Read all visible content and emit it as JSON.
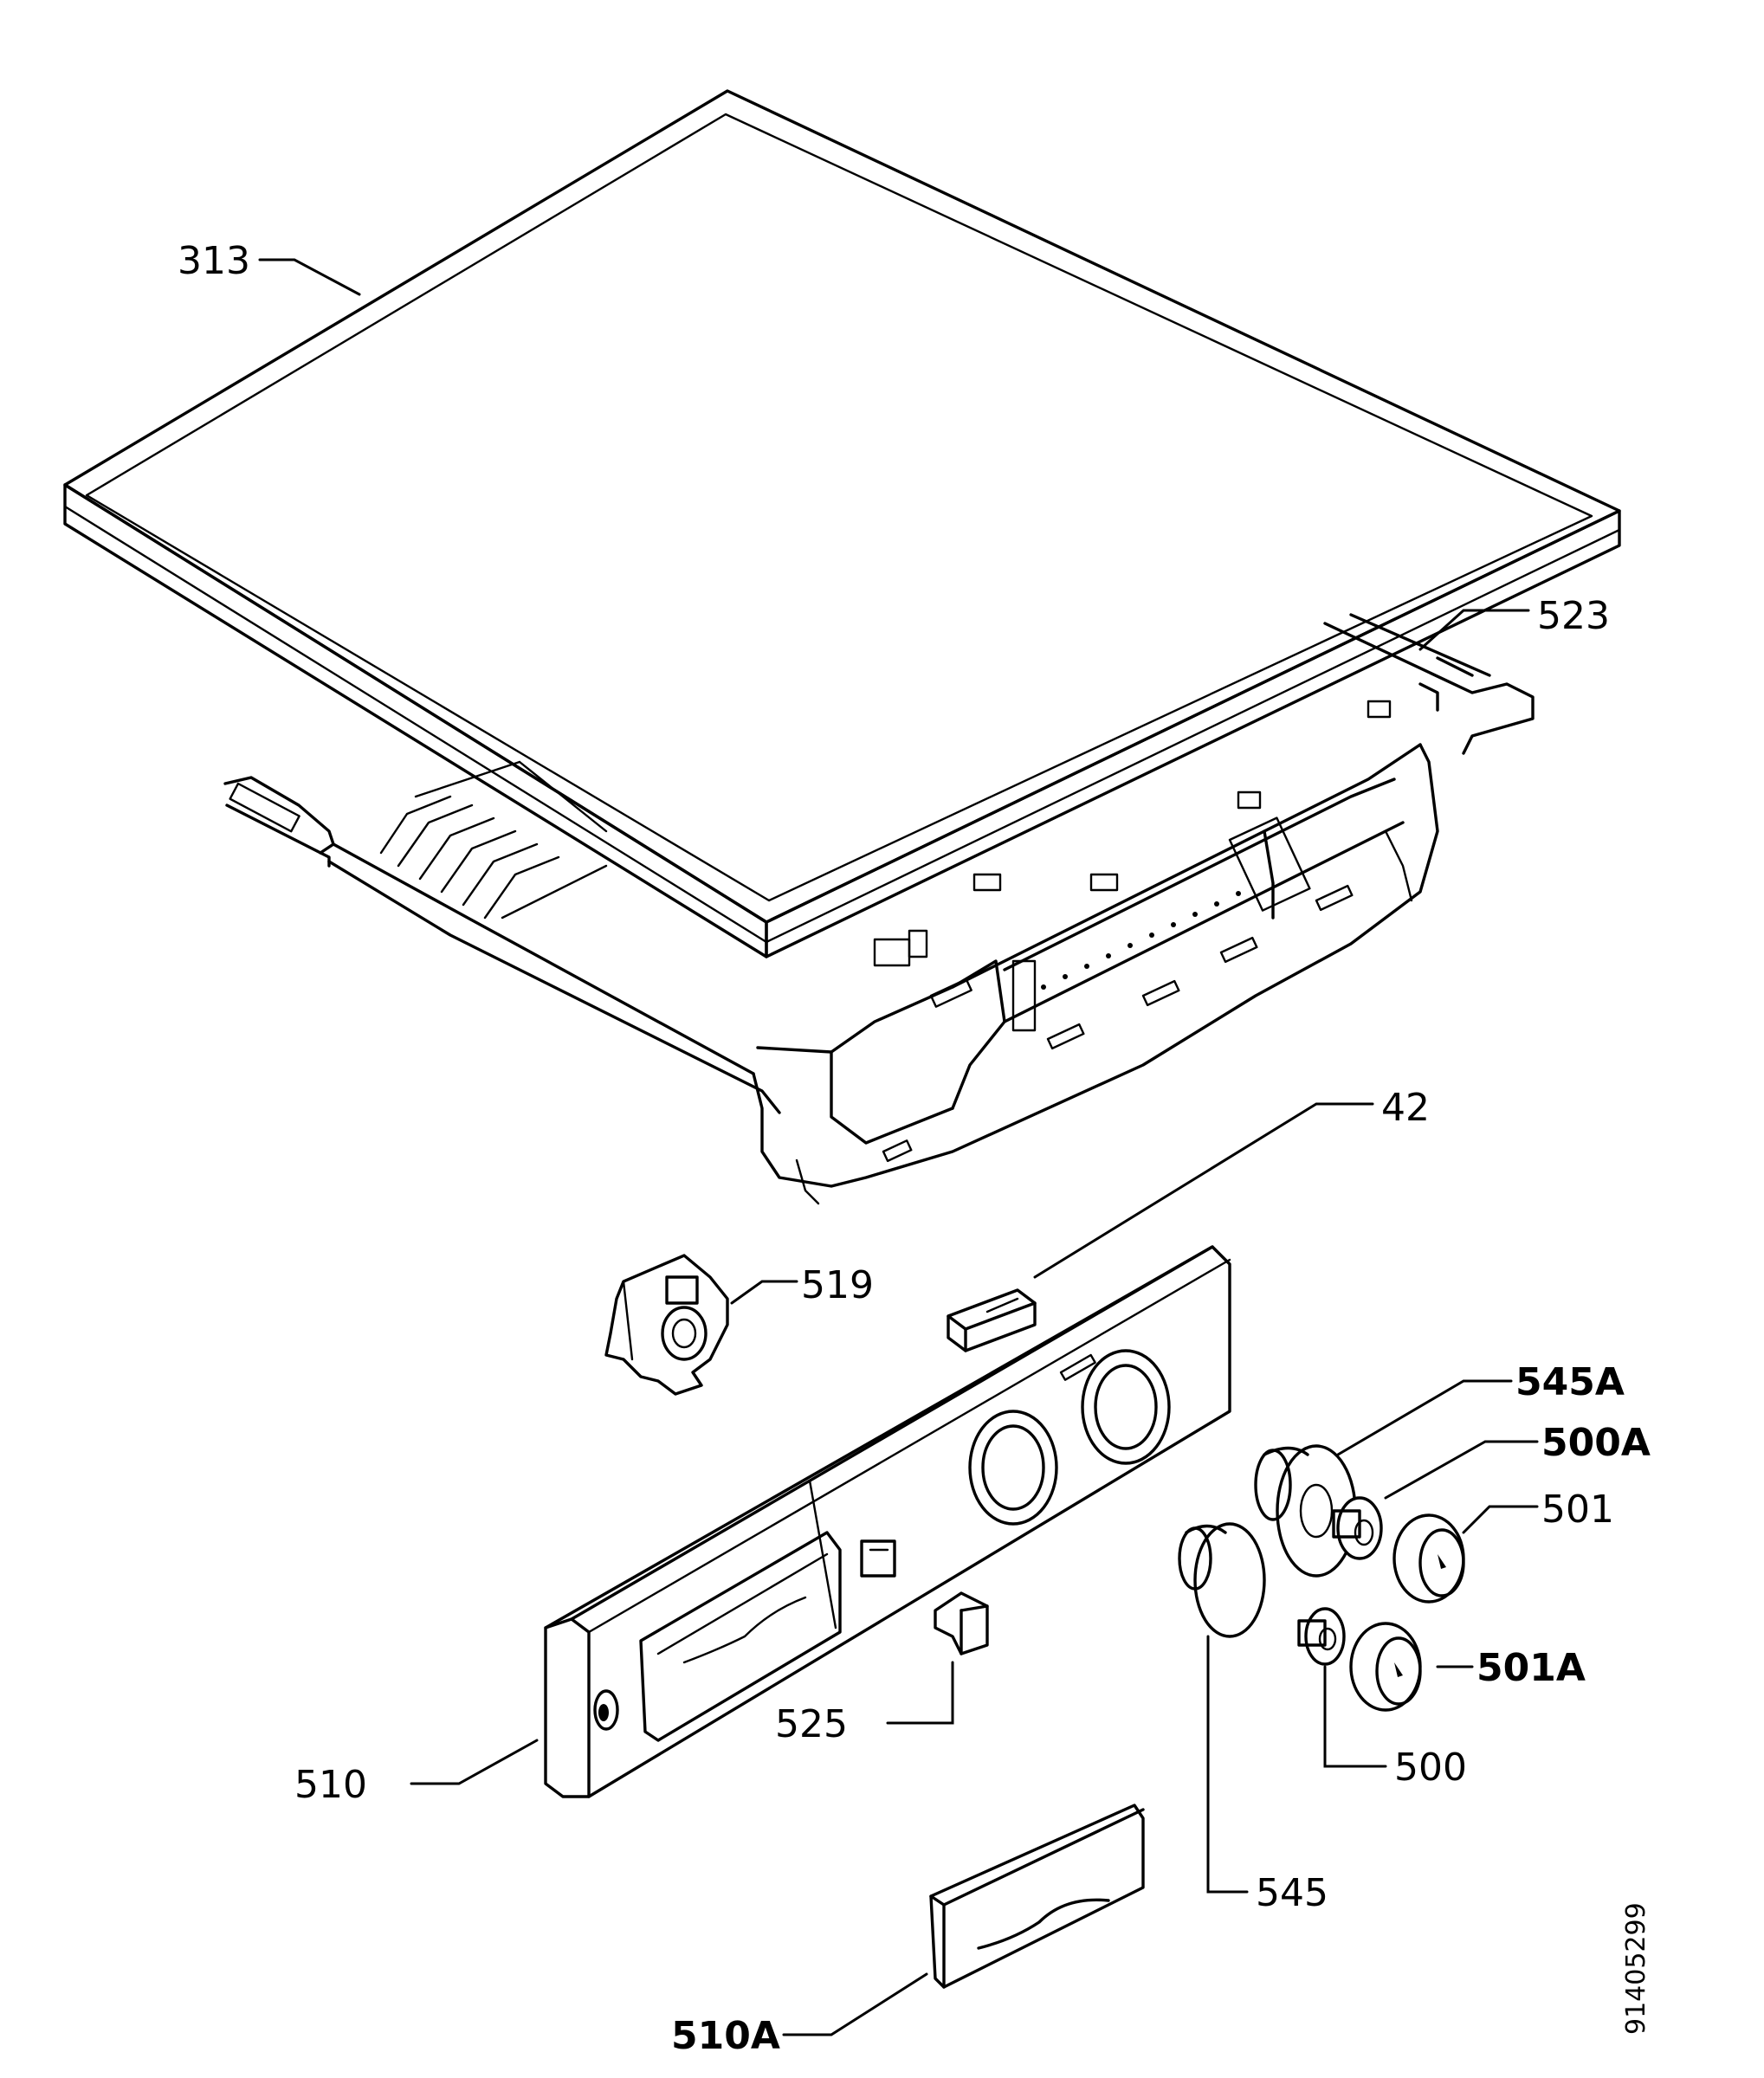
{
  "part_labels": {
    "p313": "313",
    "p523": "523",
    "p42": "42",
    "p519": "519",
    "p545A": "545A",
    "p500A": "500A",
    "p501": "501",
    "p501A": "501A",
    "p500": "500",
    "p545": "545",
    "p525": "525",
    "p510": "510",
    "p510A": "510A"
  },
  "document_number": "91405299"
}
